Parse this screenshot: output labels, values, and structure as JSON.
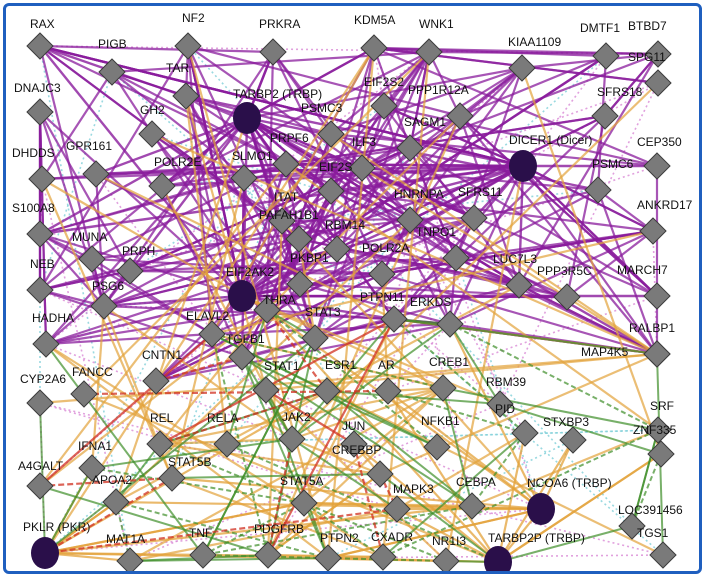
{
  "colors": {
    "border": "#1f5fbf",
    "diamond_fill": "#7a7a7a",
    "diamond_edge": "#3c3c3c",
    "hub_fill": "#2a0f4a",
    "purple_edge": "#8a1c9c",
    "orange_edge": "#e3a23a",
    "green_edge": "#3f8f2a",
    "red_edge": "#d03020",
    "cyan_edge": "#7fd0d8",
    "pink_edge": "#d98ad6"
  },
  "nodes": [
    {
      "id": "RAX",
      "label": "RAX",
      "shape": "diamond"
    },
    {
      "id": "NF2",
      "label": "NF2",
      "shape": "diamond"
    },
    {
      "id": "PRKRA",
      "label": "PRKRA",
      "shape": "diamond"
    },
    {
      "id": "KDM5A",
      "label": "KDM5A",
      "shape": "diamond"
    },
    {
      "id": "WNK1",
      "label": "WNK1",
      "shape": "diamond"
    },
    {
      "id": "DMTF1",
      "label": "DMTF1",
      "shape": "diamond"
    },
    {
      "id": "BTBD7",
      "label": "BTBD7",
      "shape": "diamond"
    },
    {
      "id": "PIGB",
      "label": "PIGB",
      "shape": "diamond"
    },
    {
      "id": "TAR",
      "label": "TAR",
      "shape": "diamond"
    },
    {
      "id": "TARBP2",
      "label": "TARBP2 (TRBP)",
      "shape": "circle"
    },
    {
      "id": "EIF2S2",
      "label": "EIF2S2",
      "shape": "diamond"
    },
    {
      "id": "KIAA1109",
      "label": "KIAA1109",
      "shape": "diamond"
    },
    {
      "id": "SPG11",
      "label": "SPG11",
      "shape": "diamond"
    },
    {
      "id": "DNAJC3",
      "label": "DNAJC3",
      "shape": "diamond"
    },
    {
      "id": "GH2",
      "label": "GH2",
      "shape": "diamond"
    },
    {
      "id": "PSMC3",
      "label": "PSMC3",
      "shape": "diamond"
    },
    {
      "id": "PPP1R12A",
      "label": "PPP1R12A",
      "shape": "diamond"
    },
    {
      "id": "SFRS18",
      "label": "SFRS18",
      "shape": "diamond"
    },
    {
      "id": "DHDDS",
      "label": "DHDDS",
      "shape": "diamond"
    },
    {
      "id": "GPR161",
      "label": "GPR161",
      "shape": "diamond"
    },
    {
      "id": "POLR2E",
      "label": "POLR2E",
      "shape": "diamond"
    },
    {
      "id": "SLMO1",
      "label": "SLMO1",
      "shape": "diamond"
    },
    {
      "id": "PRPF6",
      "label": "PRPF6",
      "shape": "diamond"
    },
    {
      "id": "SAGM1",
      "label": "SAGM1",
      "shape": "diamond"
    },
    {
      "id": "ILF3",
      "label": "ILF3",
      "shape": "diamond"
    },
    {
      "id": "DICER1",
      "label": "DICER1 (Dicer)",
      "shape": "circle"
    },
    {
      "id": "PSMC6",
      "label": "PSMC6",
      "shape": "diamond"
    },
    {
      "id": "CEP350",
      "label": "CEP350",
      "shape": "diamond"
    },
    {
      "id": "S100A8",
      "label": "S100A8",
      "shape": "diamond"
    },
    {
      "id": "EIF2S",
      "label": "EIF2S",
      "shape": "diamond"
    },
    {
      "id": "HNRNPA",
      "label": "HNRNPA",
      "shape": "diamond"
    },
    {
      "id": "SFRS11",
      "label": "SFRS11",
      "shape": "diamond"
    },
    {
      "id": "ANKRD17",
      "label": "ANKRD17",
      "shape": "diamond"
    },
    {
      "id": "ITAT",
      "label": "ITAT",
      "shape": "diamond"
    },
    {
      "id": "PAFAH1B1",
      "label": "PAFAH1B1",
      "shape": "diamond"
    },
    {
      "id": "RBM14",
      "label": "RBM14",
      "shape": "diamond"
    },
    {
      "id": "TNPO1",
      "label": "TNPO1",
      "shape": "diamond"
    },
    {
      "id": "NEB",
      "label": "NEB",
      "shape": "diamond"
    },
    {
      "id": "EIF2AK2",
      "label": "EIF2AK2",
      "shape": "circle"
    },
    {
      "id": "PKBP1",
      "label": "PKBP1",
      "shape": "diamond"
    },
    {
      "id": "POLR2A",
      "label": "POLR2A",
      "shape": "diamond"
    },
    {
      "id": "LUC7L3",
      "label": "LUC7L3",
      "shape": "diamond"
    },
    {
      "id": "PPP3R5C",
      "label": "PPP3R5C",
      "shape": "diamond"
    },
    {
      "id": "MARCH7",
      "label": "MARCH7",
      "shape": "diamond"
    },
    {
      "id": "MUNA",
      "label": "MUNA",
      "shape": "diamond"
    },
    {
      "id": "PRPH",
      "label": "PRPH",
      "shape": "diamond"
    },
    {
      "id": "PSG6",
      "label": "PSG6",
      "shape": "diamond"
    },
    {
      "id": "THRA",
      "label": "THRA",
      "shape": "diamond"
    },
    {
      "id": "PTPN11",
      "label": "PTPN11",
      "shape": "diamond"
    },
    {
      "id": "ERKDS",
      "label": "ERKDS",
      "shape": "diamond"
    },
    {
      "id": "RALBP1",
      "label": "RALBP1",
      "shape": "diamond"
    },
    {
      "id": "HADHA",
      "label": "HADHA",
      "shape": "diamond"
    },
    {
      "id": "ELAVL2",
      "label": "ELAVL2",
      "shape": "diamond"
    },
    {
      "id": "STAT3",
      "label": "STAT3",
      "shape": "diamond"
    },
    {
      "id": "CNTN1",
      "label": "CNTN1",
      "shape": "diamond"
    },
    {
      "id": "TGFB1",
      "label": "TGFB1",
      "shape": "diamond"
    },
    {
      "id": "CREB1",
      "label": "CREB1",
      "shape": "diamond"
    },
    {
      "id": "MAP4K5",
      "label": "MAP4K5",
      "shape": "diamond"
    },
    {
      "id": "CYP2A6",
      "label": "CYP2A6",
      "shape": "diamond"
    },
    {
      "id": "FANCC",
      "label": "FANCC",
      "shape": "diamond"
    },
    {
      "id": "STAT1",
      "label": "STAT1",
      "shape": "diamond"
    },
    {
      "id": "ESR1",
      "label": "ESR1",
      "shape": "diamond"
    },
    {
      "id": "AR",
      "label": "AR",
      "shape": "diamond"
    },
    {
      "id": "RBM39",
      "label": "RBM39",
      "shape": "diamond"
    },
    {
      "id": "SRF",
      "label": "SRF",
      "shape": "diamond"
    },
    {
      "id": "REL",
      "label": "REL",
      "shape": "diamond"
    },
    {
      "id": "RELA",
      "label": "RELA",
      "shape": "diamond"
    },
    {
      "id": "JAK2",
      "label": "JAK2",
      "shape": "diamond"
    },
    {
      "id": "JUN",
      "label": "JUN",
      "shape": "diamond"
    },
    {
      "id": "PID",
      "label": "PID",
      "shape": "diamond"
    },
    {
      "id": "STXBP3",
      "label": "STXBP3",
      "shape": "diamond"
    },
    {
      "id": "IFNA1",
      "label": "IFNA1",
      "shape": "diamond"
    },
    {
      "id": "NFKB1",
      "label": "NFKB1",
      "shape": "diamond"
    },
    {
      "id": "ZNF335",
      "label": "ZNF335",
      "shape": "diamond"
    },
    {
      "id": "A4GALT",
      "label": "A4GALT",
      "shape": "diamond"
    },
    {
      "id": "STAT5B",
      "label": "STAT5B",
      "shape": "diamond"
    },
    {
      "id": "CREBBP",
      "label": "CREBBP",
      "shape": "diamond"
    },
    {
      "id": "APOA2",
      "label": "APOA2",
      "shape": "diamond"
    },
    {
      "id": "STAT5A",
      "label": "STAT5A",
      "shape": "diamond"
    },
    {
      "id": "MAPK3",
      "label": "MAPK3",
      "shape": "diamond"
    },
    {
      "id": "CEBPA",
      "label": "CEBPA",
      "shape": "diamond"
    },
    {
      "id": "NCOA6",
      "label": "NCOA6 (TRBP)",
      "shape": "circle"
    },
    {
      "id": "LOC391456",
      "label": "LOC391456",
      "shape": "diamond"
    },
    {
      "id": "PKLR",
      "label": "PKLR (PKR)",
      "shape": "circle"
    },
    {
      "id": "MAT1A",
      "label": "MAT1A",
      "shape": "diamond"
    },
    {
      "id": "TNF",
      "label": "TNF",
      "shape": "diamond"
    },
    {
      "id": "PDGFRB",
      "label": "PDGFRB",
      "shape": "diamond"
    },
    {
      "id": "PTPN2",
      "label": "PTPN2",
      "shape": "diamond"
    },
    {
      "id": "CXADR",
      "label": "CXADR",
      "shape": "diamond"
    },
    {
      "id": "NR1I3",
      "label": "NR1I3",
      "shape": "diamond"
    },
    {
      "id": "TARBP2P",
      "label": "TARBP2P (TRBP)",
      "shape": "circle"
    },
    {
      "id": "TGS1",
      "label": "TGS1",
      "shape": "diamond"
    }
  ]
}
